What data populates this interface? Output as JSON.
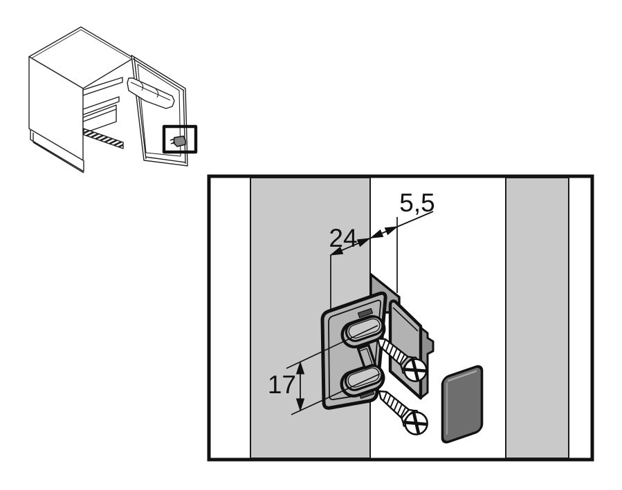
{
  "figure": {
    "dimension_labels": {
      "edge_distance": "5,5",
      "drilling_distance": "24",
      "hole_spacing": "17"
    }
  },
  "colors": {
    "panel": "#c9c9c9",
    "plate": "#b5b5b5",
    "wing": "#a2a2a2",
    "flap_front": "#b2b2b2",
    "flap_side": "#8f8f8f",
    "cap": "#6e6e6e",
    "cap_bevel": "#a8a8a8",
    "notch": "#4b4b4b",
    "line": "#111111"
  }
}
